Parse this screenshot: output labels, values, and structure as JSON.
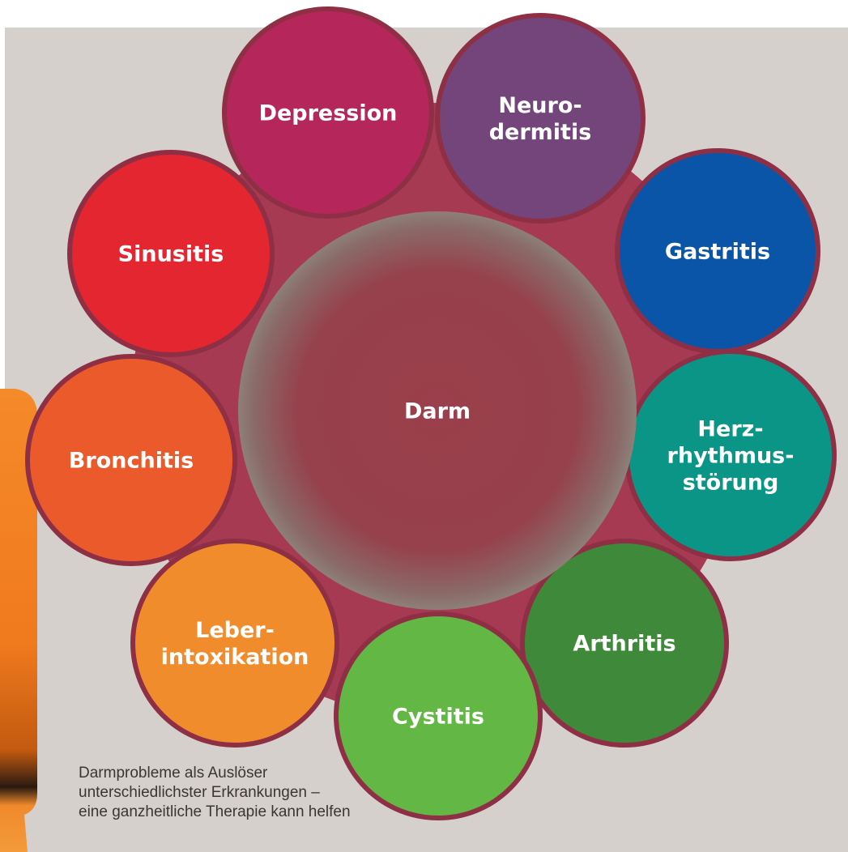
{
  "diagram": {
    "hub": {
      "label": "Darm"
    },
    "nodes": [
      {
        "id": "depression",
        "lines": [
          "Depression"
        ],
        "color": "#b5275a"
      },
      {
        "id": "neurodermitis",
        "lines": [
          "Neuro-",
          "dermitis"
        ],
        "color": "#73457b"
      },
      {
        "id": "gastritis",
        "lines": [
          "Gastritis"
        ],
        "color": "#0b55a8"
      },
      {
        "id": "herzrhythmusstoerung",
        "lines": [
          "Herz-",
          "rhythmus-",
          "störung"
        ],
        "color": "#0b9586"
      },
      {
        "id": "arthritis",
        "lines": [
          "Arthritis"
        ],
        "color": "#3f8a3a"
      },
      {
        "id": "cystitis",
        "lines": [
          "Cystitis"
        ],
        "color": "#63b744"
      },
      {
        "id": "leberintoxikation",
        "lines": [
          "Leber-",
          "intoxikation"
        ],
        "color": "#f08c2c"
      },
      {
        "id": "bronchitis",
        "lines": [
          "Bronchitis"
        ],
        "color": "#ea5a2a"
      },
      {
        "id": "sinusitis",
        "lines": [
          "Sinusitis"
        ],
        "color": "#e32630"
      }
    ],
    "ring_color": "#a63a52",
    "border_color": "#8e2f46"
  },
  "caption": {
    "lines": [
      "Darmprobleme als Auslöser",
      "unterschiedlichster Erkrankungen –",
      "eine ganzheitliche Therapie kann helfen"
    ]
  }
}
